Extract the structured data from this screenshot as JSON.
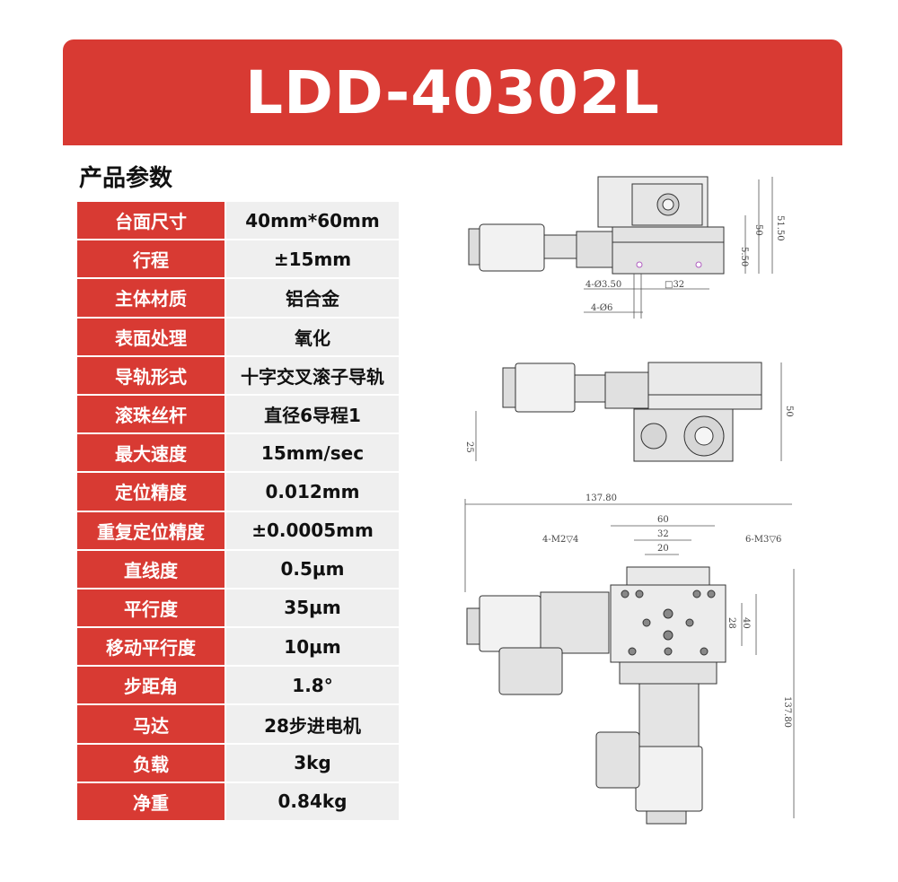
{
  "header": {
    "title": "LDD-40302L"
  },
  "section_title": "产品参数",
  "specs": [
    {
      "label": "台面尺寸",
      "value": "40mm*60mm"
    },
    {
      "label": "行程",
      "value": "±15mm"
    },
    {
      "label": "主体材质",
      "value": "铝合金"
    },
    {
      "label": "表面处理",
      "value": "氧化"
    },
    {
      "label": "导轨形式",
      "value": "十字交叉滚子导轨"
    },
    {
      "label": "滚珠丝杆",
      "value": "直径6导程1"
    },
    {
      "label": "最大速度",
      "value": "15mm/sec"
    },
    {
      "label": "定位精度",
      "value": "0.012mm"
    },
    {
      "label": "重复定位精度",
      "value": "±0.0005mm"
    },
    {
      "label": "直线度",
      "value": "0.5μm"
    },
    {
      "label": "平行度",
      "value": "35μm"
    },
    {
      "label": "移动平行度",
      "value": "10μm"
    },
    {
      "label": "步距角",
      "value": "1.8°"
    },
    {
      "label": "马达",
      "value": "28步进电机"
    },
    {
      "label": "负载",
      "value": "3kg"
    },
    {
      "label": "净重",
      "value": "0.84kg"
    }
  ],
  "drawings": {
    "front": {
      "dim_a": "4-Ø3.50",
      "dim_b": "□32",
      "dim_c": "4-Ø6",
      "dim_d": "5.50",
      "dim_e": "50",
      "dim_f": "51.50"
    },
    "side": {
      "dim_a": "25",
      "dim_b": "50"
    },
    "top": {
      "dim_width": "137.80",
      "dim_60": "60",
      "dim_32": "32",
      "dim_20": "20",
      "hole_left": "4-M2▽4",
      "hole_right": "6-M3▽6",
      "dim_28": "28",
      "dim_40": "40",
      "dim_height": "137.80"
    }
  },
  "colors": {
    "brand": "#d83a33",
    "value_bg": "#efefef"
  }
}
